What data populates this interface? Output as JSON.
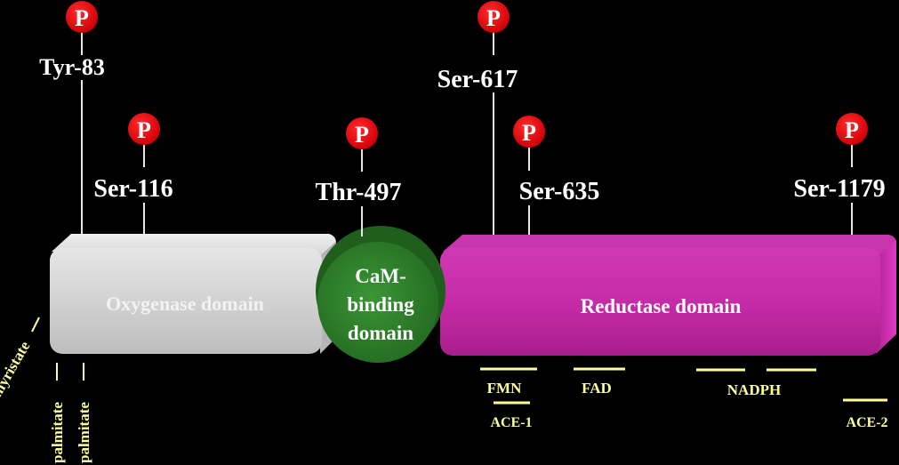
{
  "colors": {
    "background": "#000000",
    "phospho_fill": "#e8000a",
    "phospho_text": "#ffffff",
    "site_label": "#ffffff",
    "stem": "#e8e8e8",
    "oxygenase": "#cfcfcf",
    "oxygenase_text": "#f2f2f2",
    "cam": "#2e7d2a",
    "reductase": "#c62aa6",
    "annotation": "#ffff99"
  },
  "domains": {
    "oxygenase": "Oxygenase domain",
    "cam": [
      "CaM-",
      "binding",
      "domain"
    ],
    "reductase": "Reductase domain"
  },
  "phospho_marker": "P",
  "sites": [
    {
      "id": "tyr83",
      "label": "Tyr-83"
    },
    {
      "id": "ser116",
      "label": "Ser-116"
    },
    {
      "id": "thr497",
      "label": "Thr-497"
    },
    {
      "id": "ser617",
      "label": "Ser-617"
    },
    {
      "id": "ser635",
      "label": "Ser-635"
    },
    {
      "id": "ser1179",
      "label": "Ser-1179"
    }
  ],
  "lipid_modifications": {
    "myristate": "myristate",
    "palmitate_1": "palmitate",
    "palmitate_2": "palmitate"
  },
  "binding_regions": {
    "fmn": "FMN",
    "ace1": "ACE-1",
    "fad": "FAD",
    "nadph": "NADPH",
    "ace2": "ACE-2"
  }
}
